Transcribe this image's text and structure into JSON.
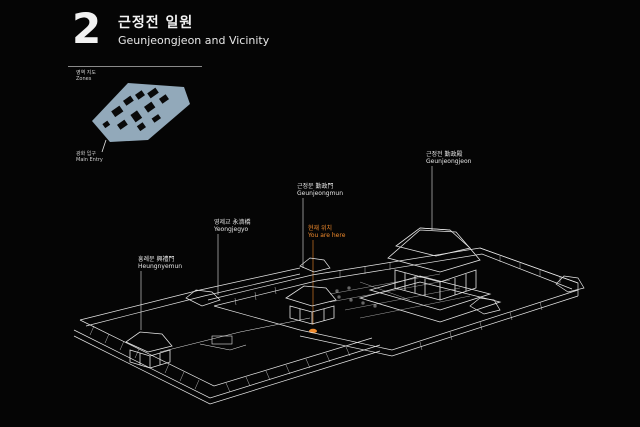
{
  "header": {
    "number": "2",
    "title_ko": "근정전 일원",
    "title_en": "Geunjeongjeon and Vicinity"
  },
  "inset": {
    "zones_ko": "영역 지도",
    "zones_en": "Zones",
    "entry_ko": "광화 입구",
    "entry_en": "Main Entry"
  },
  "labels": {
    "geunjeongjeon": {
      "ko": "근정전 勤政殿",
      "en": "Geunjeongjeon"
    },
    "geunjeongmun": {
      "ko": "근정문 勤政門",
      "en": "Geunjeongmun"
    },
    "you_are_here": {
      "ko": "현재 위치",
      "en": "You are here"
    },
    "yeongjegyo": {
      "ko": "영제교 永濟橋",
      "en": "Yeongjegyo"
    },
    "heungnyemun": {
      "ko": "흥례문 興禮門",
      "en": "Heungnyemun"
    }
  },
  "colors": {
    "background": "#050505",
    "line": "#e6e6e6",
    "highlight": "#f08a2c",
    "inset_fill": "#9ab2c4"
  }
}
